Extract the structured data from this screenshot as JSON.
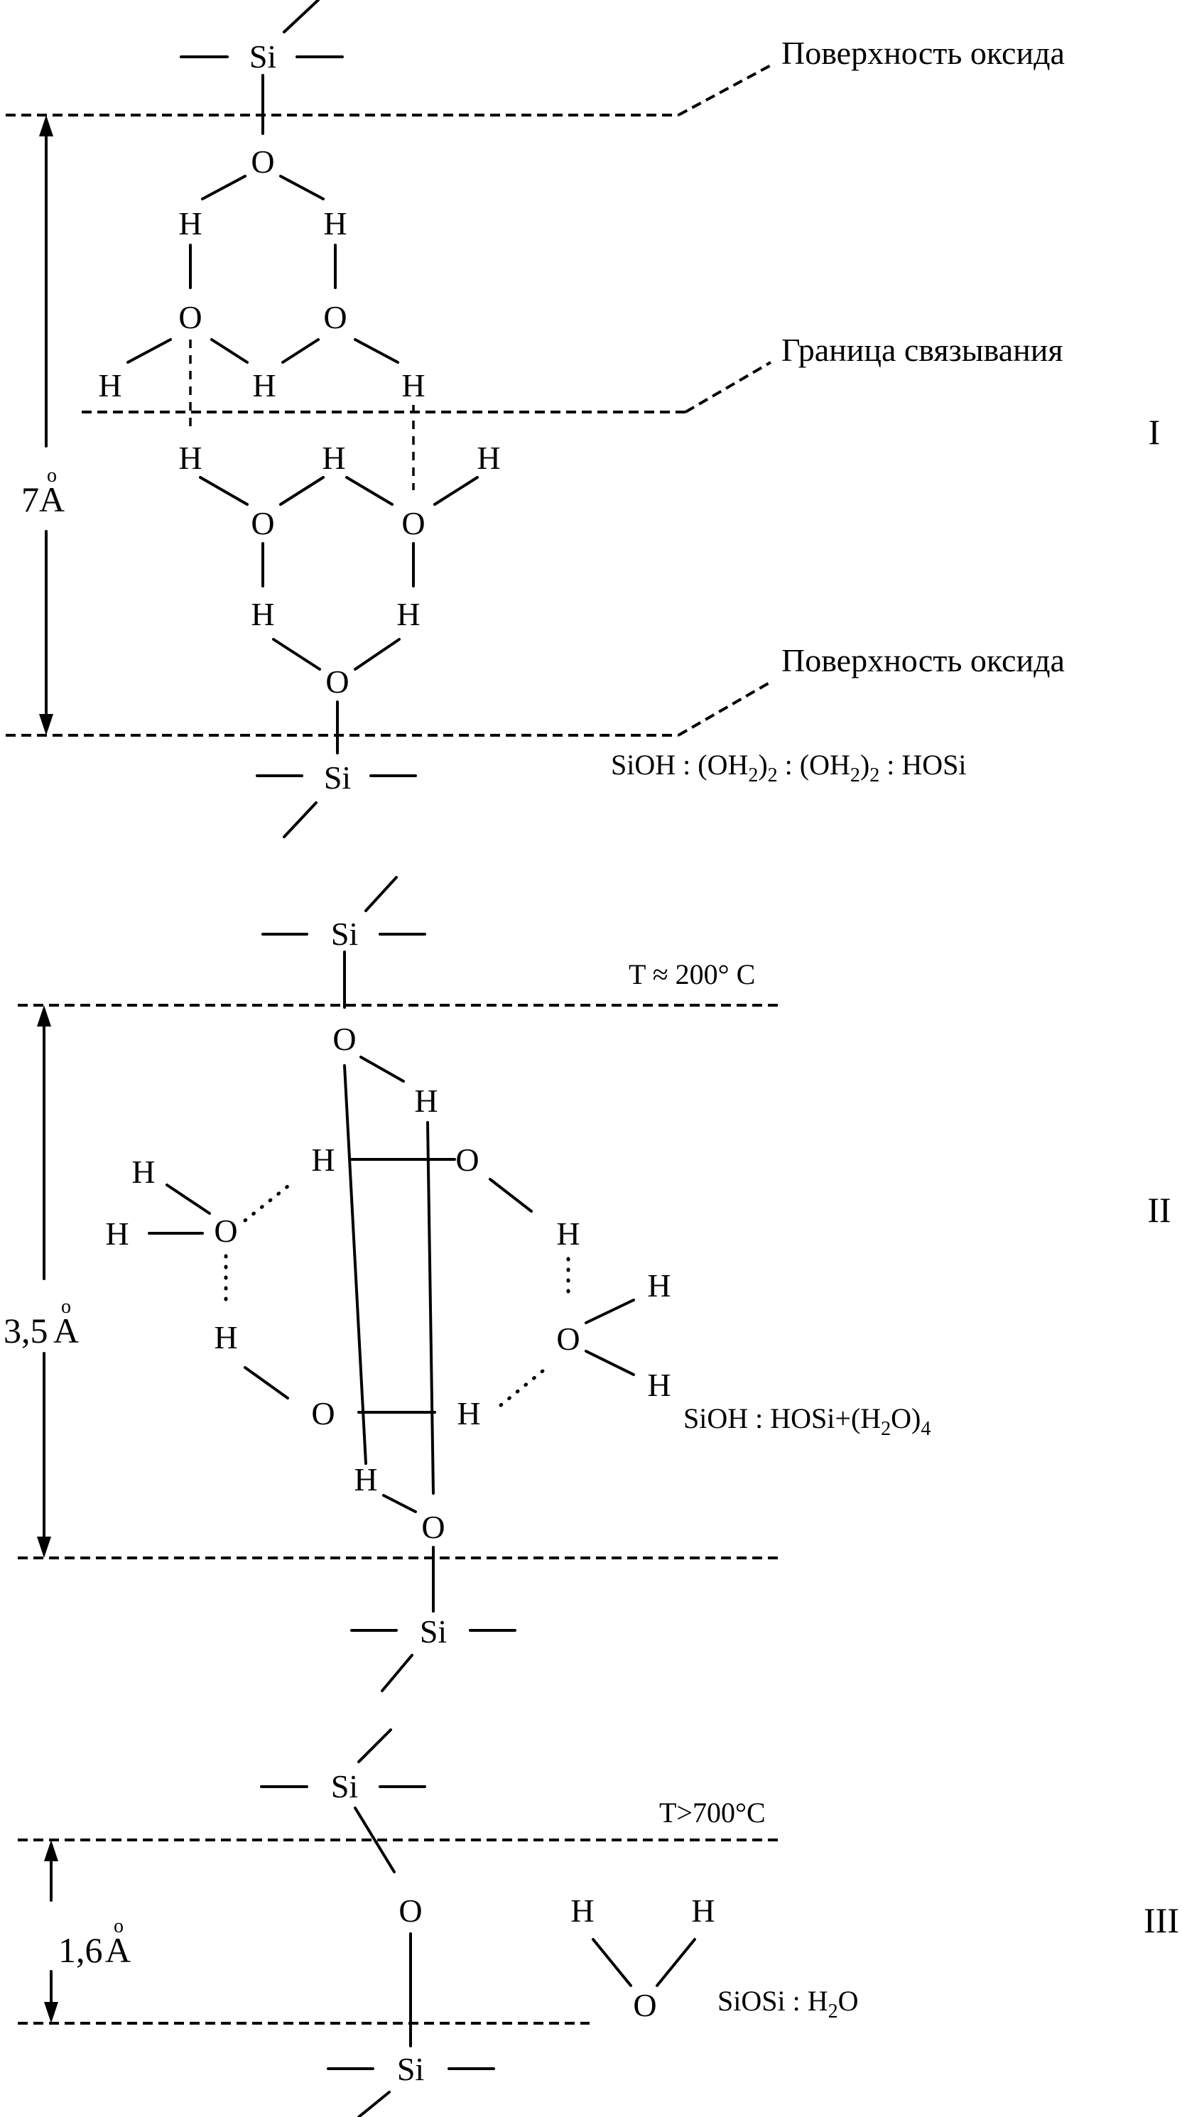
{
  "labels": {
    "surface_oxide_top": "Поверхность оксида",
    "binding_boundary": "Граница связывания",
    "surface_oxide_bottom": "Поверхность оксида"
  },
  "roman": {
    "stage1": "I",
    "stage2": "II",
    "stage3": "III"
  },
  "distances": {
    "d1": "7",
    "d2": "3,5",
    "d3": "1,6",
    "unit_letter": "A",
    "unit_ring": "o"
  },
  "temperatures": {
    "t2": "T ≈ 200° C",
    "t3": "T>700°C"
  },
  "atoms": {
    "si": "Si",
    "o": "O",
    "h": "H"
  },
  "formulas": {
    "f1": {
      "p1": "SiOH : ",
      "p2": "(OH",
      "s1": "2",
      "p3": ")",
      "s2": "2",
      "p4": " : ",
      "p5": "(OH",
      "s3": "2",
      "p6": ")",
      "s4": "2",
      "p7": " : HOSi"
    },
    "f2": {
      "p1": "SiOH : HOSi+",
      "p2": "(H",
      "s1": "2",
      "p3": "O)",
      "s2": "4"
    },
    "f3": {
      "p1": "SiOSi : H",
      "s1": "2",
      "p2": "O"
    }
  }
}
